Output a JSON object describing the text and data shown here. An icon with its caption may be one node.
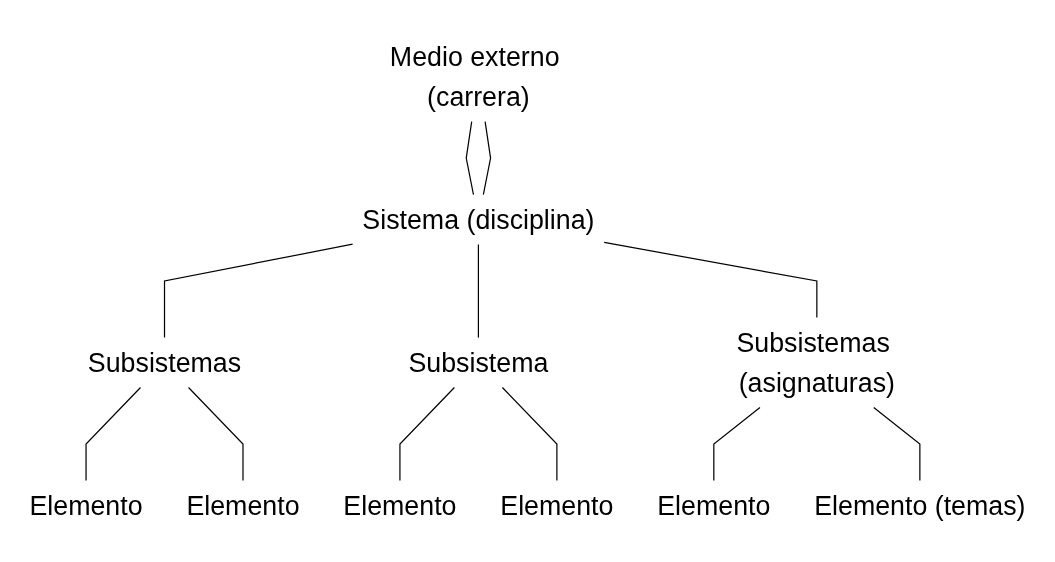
{
  "diagram": {
    "nodes": [
      {
        "text": [
          "Medio externo (carrera)"
        ]
      },
      {
        "text": [
          "Sistema (disciplina)"
        ]
      },
      {
        "text": [
          "Subsistemas"
        ]
      },
      {
        "text": [
          "Subsistema"
        ]
      },
      {
        "text": [
          "Subsistemas (asignaturas)"
        ]
      },
      {
        "text": [
          "Elemento"
        ]
      },
      {
        "text": [
          "Elemento"
        ]
      },
      {
        "text": [
          "Elemento"
        ]
      },
      {
        "text": [
          "Elemento"
        ]
      },
      {
        "text": [
          "Elemento"
        ]
      },
      {
        "text": [
          "Elemento (temas)"
        ]
      }
    ],
    "edges": [
      {
        "from": 0,
        "to": 1,
        "arrow": "none"
      },
      {
        "from": 0,
        "to": 1,
        "arrow": "none"
      },
      {
        "from": 1,
        "to": 2,
        "arrow": "none"
      },
      {
        "from": 1,
        "to": 3,
        "arrow": "none"
      },
      {
        "from": 1,
        "to": 4,
        "arrow": "none"
      },
      {
        "from": 2,
        "to": 5,
        "arrow": "none"
      },
      {
        "from": 2,
        "to": 6,
        "arrow": "none"
      },
      {
        "from": 3,
        "to": 7,
        "arrow": "none"
      },
      {
        "from": 3,
        "to": 8,
        "arrow": "none"
      },
      {
        "from": 4,
        "to": 9,
        "arrow": "none"
      },
      {
        "from": 4,
        "to": 10,
        "arrow": "none"
      }
    ]
  }
}
